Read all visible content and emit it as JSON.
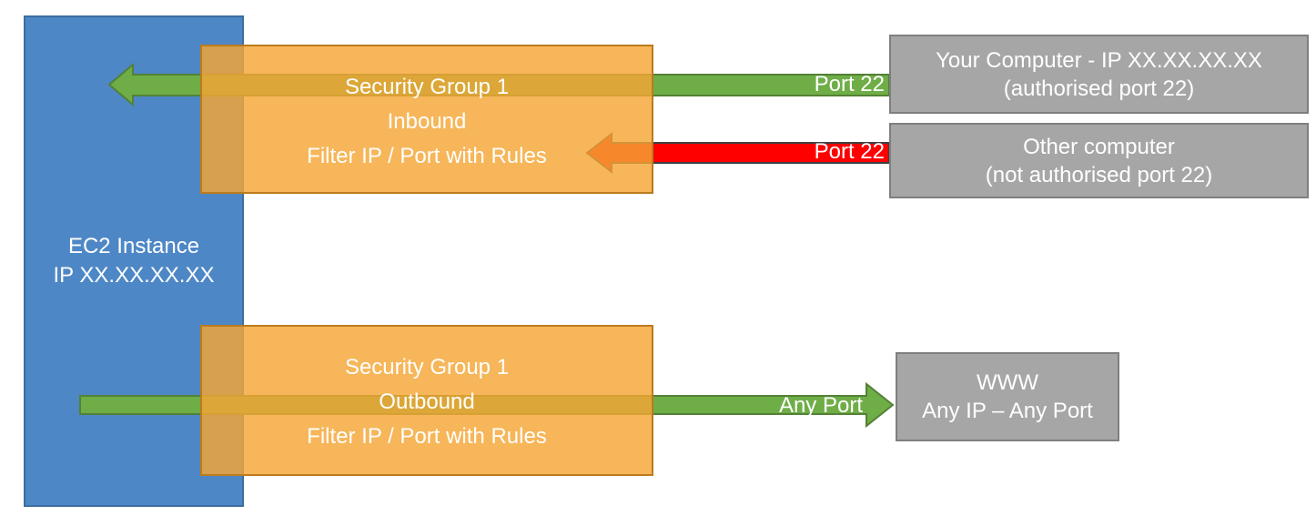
{
  "diagram": {
    "nodes": {
      "ec2": {
        "line1": "EC2 Instance",
        "line2": "IP XX.XX.XX.XX"
      },
      "sg_inbound": {
        "line1": "Security Group 1",
        "line2": "Inbound",
        "line3": "Filter IP / Port with Rules"
      },
      "sg_outbound": {
        "line1": "Security Group 1",
        "line2": "Outbound",
        "line3": "Filter IP / Port with Rules"
      },
      "your_computer": {
        "line1": "Your Computer - IP XX.XX.XX.XX",
        "line2": "(authorised port 22)"
      },
      "other_computer": {
        "line1": "Other computer",
        "line2": "(not authorised port 22)"
      },
      "www": {
        "line1": "WWW",
        "line2": "Any IP – Any Port"
      }
    },
    "arrows": {
      "inbound_allowed": {
        "label": "Port 22"
      },
      "inbound_blocked": {
        "label": "Port 22"
      },
      "outbound": {
        "label": "Any Port"
      }
    },
    "colors": {
      "ec2_fill": "#4E87C6",
      "ec2_border": "#3C6E9F",
      "security_group_fill_rgba": "rgba(244,166,52,0.82)",
      "security_group_border": "#BC7B1D",
      "external_fill": "#A6A6A6",
      "external_border": "#7F7F7F",
      "allowed_green": "#6FAD47",
      "allowed_green_border": "#538135",
      "blocked_red": "#FF0000",
      "blocked_red_border": "#404040",
      "text_white": "#FFFFFF"
    }
  }
}
